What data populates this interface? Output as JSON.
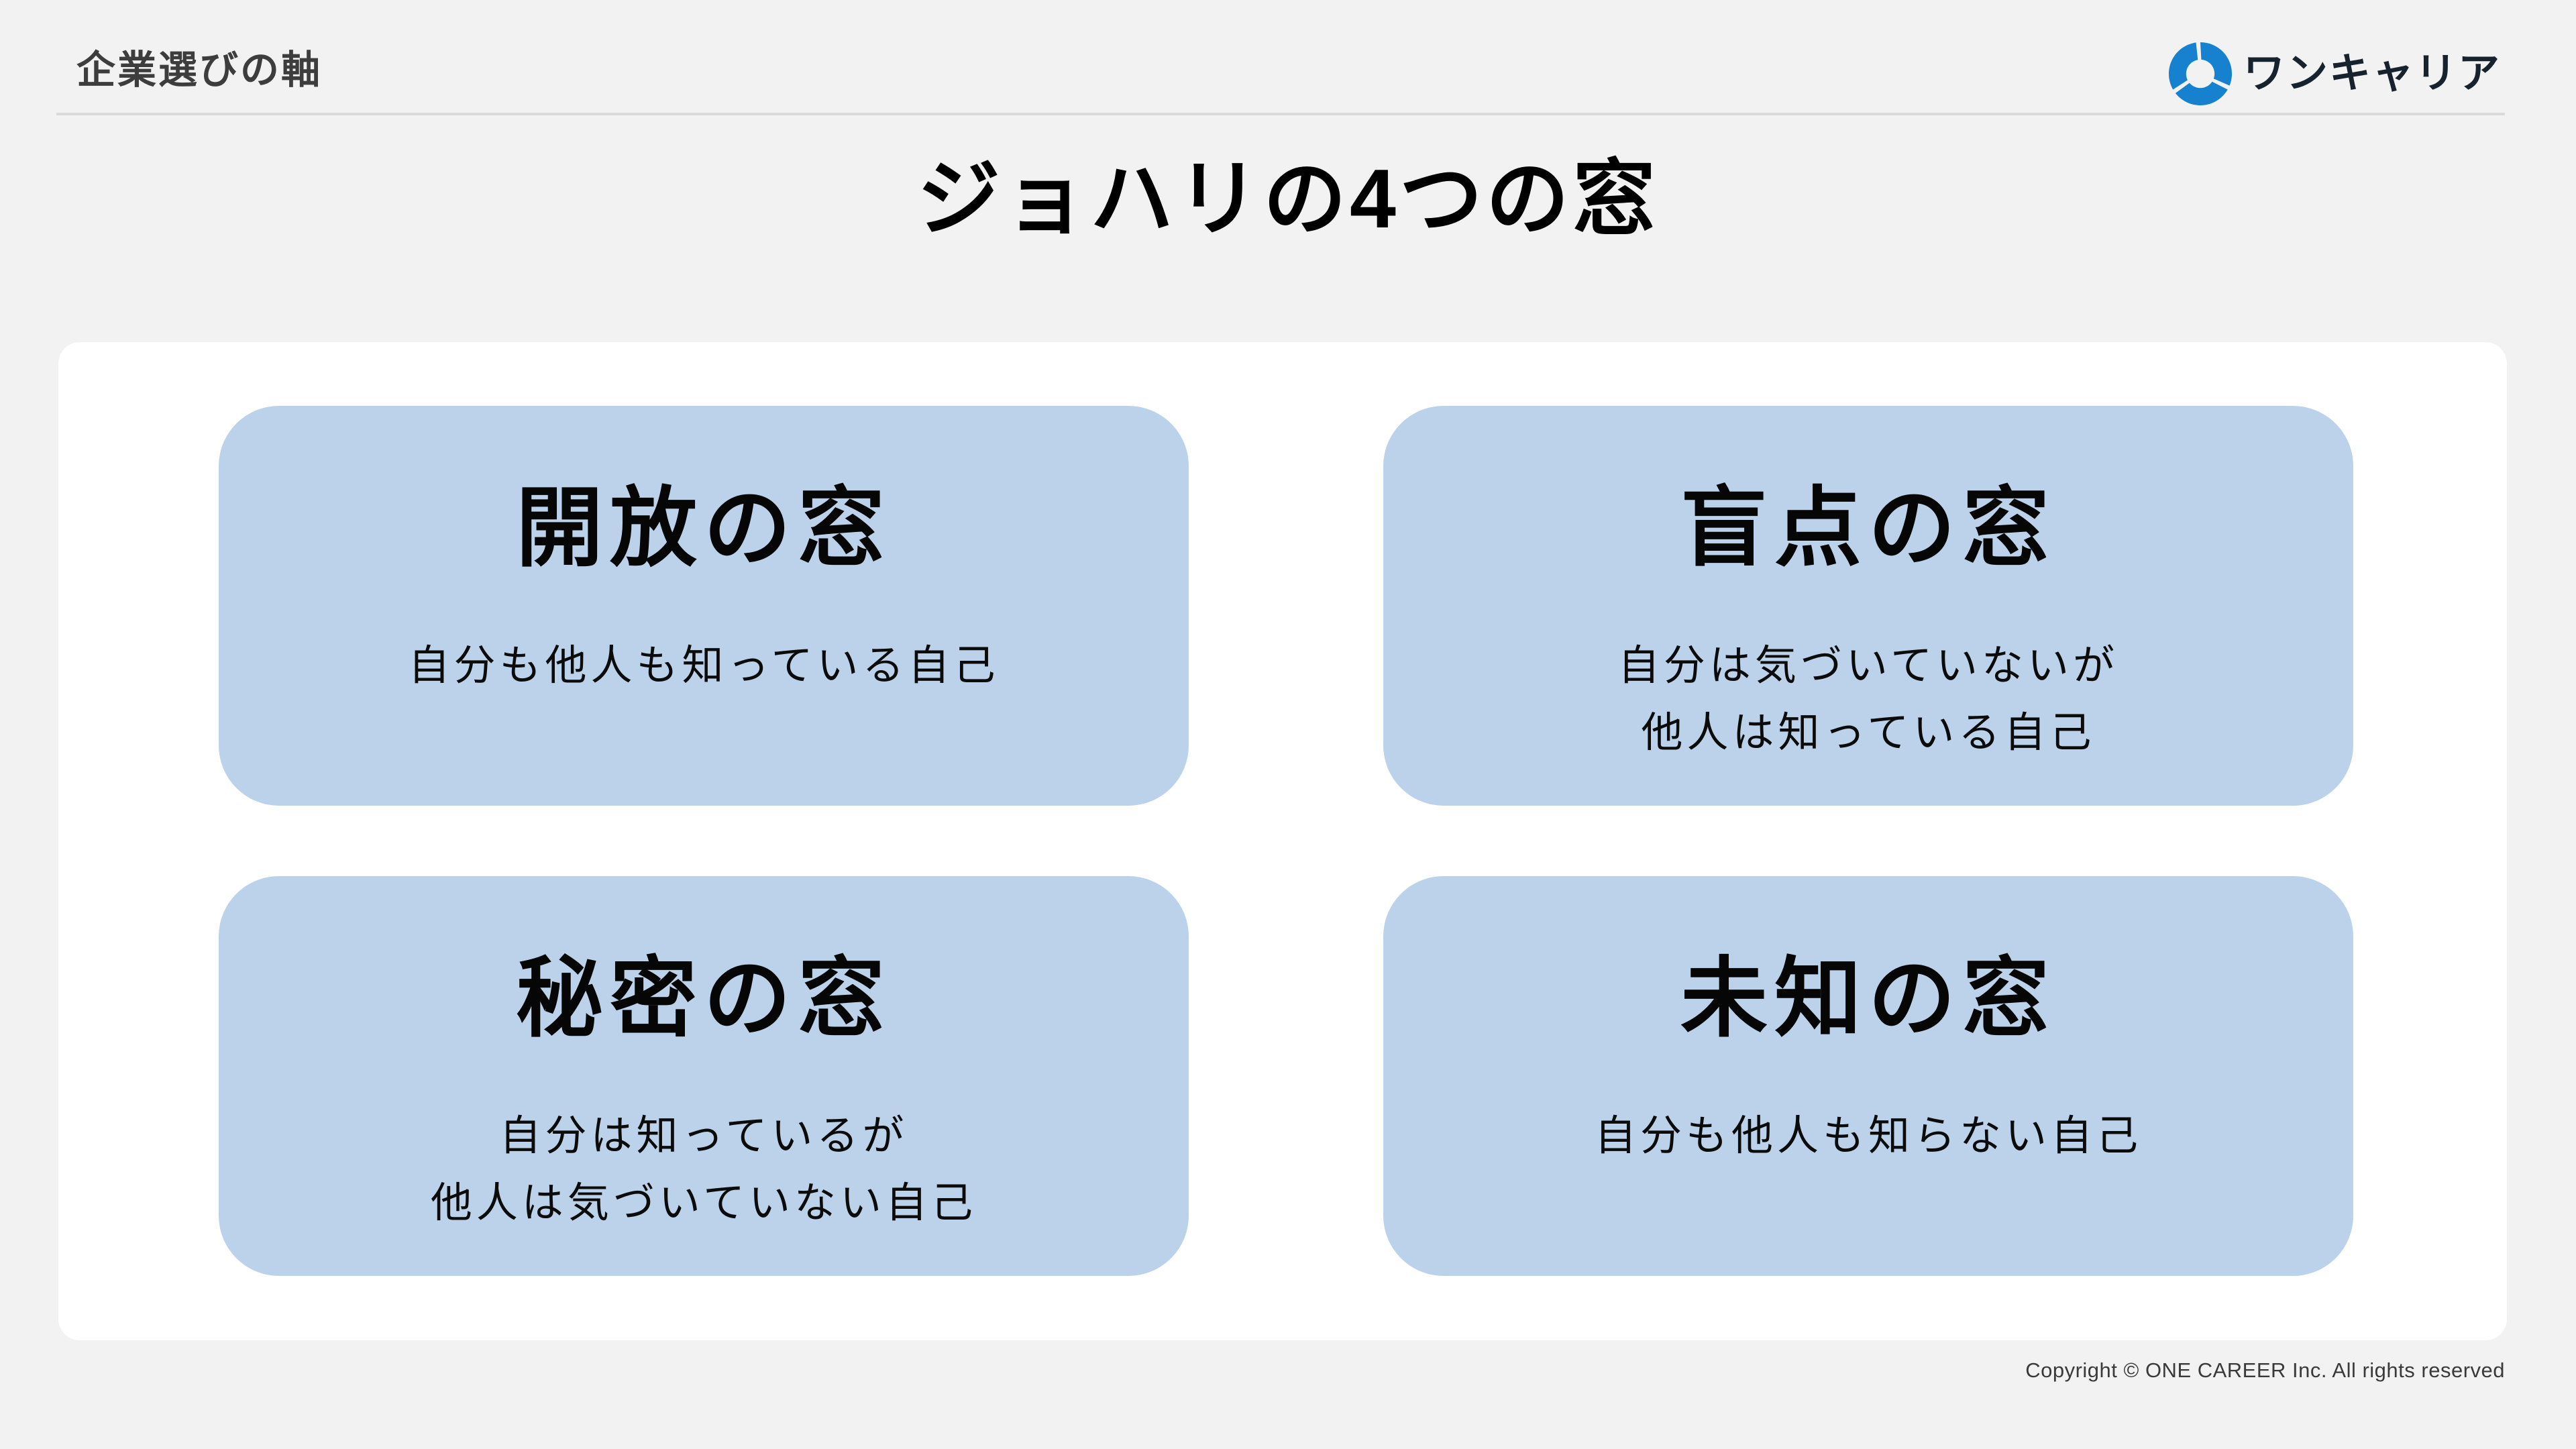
{
  "header": {
    "title": "企業選びの軸",
    "brand": "ワンキャリア",
    "brand_icon": "one-career-swirl-icon",
    "colors": {
      "brand_icon_blue": "#1681cf",
      "brand_text": "#17222f",
      "header_title": "#3d3d3d",
      "divider": "#dadada"
    }
  },
  "slide_title": "ジョハリの4つの窓",
  "panel": {
    "background": "#ffffff",
    "card_background": "#bcd1ea",
    "cards": [
      {
        "id": "open",
        "title": "開放の窓",
        "description_lines": [
          "自分も他人も知っている自己"
        ]
      },
      {
        "id": "blind",
        "title": "盲点の窓",
        "description_lines": [
          "自分は気づいていないが",
          "他人は知っている自己"
        ]
      },
      {
        "id": "hidden",
        "title": "秘密の窓",
        "description_lines": [
          "自分は知っているが",
          "他人は気づいていない自己"
        ]
      },
      {
        "id": "unknown",
        "title": "未知の窓",
        "description_lines": [
          "自分も他人も知らない自己"
        ]
      }
    ]
  },
  "footer": {
    "copyright": "Copyright © ONE CAREER Inc. All rights reserved"
  },
  "page_background": "#f2f2f2"
}
